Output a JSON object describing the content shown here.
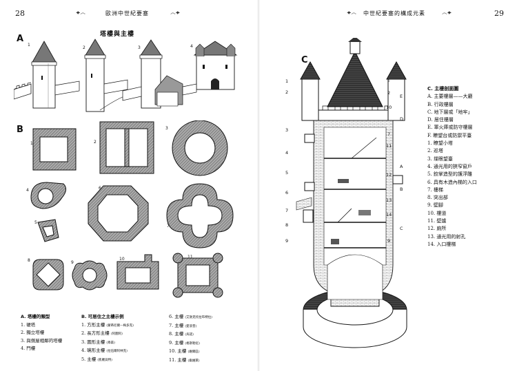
{
  "left_page": {
    "page_number": "28",
    "running_head": "歐洲中世紀要塞",
    "section_a": {
      "letter": "A",
      "title": "塔樓與主樓",
      "labels": [
        "1",
        "2",
        "3",
        "4"
      ]
    },
    "section_b": {
      "letter": "B",
      "labels": [
        "1",
        "2",
        "3",
        "4",
        "5",
        "6",
        "7",
        "8",
        "9",
        "10",
        "11"
      ]
    },
    "legend_a": {
      "heading": "A. 塔樓的類型",
      "items": [
        "1. 硬塔",
        "2. 獨立塔樓",
        "3. 與側屋相鄰的塔樓",
        "4. 門樓"
      ]
    },
    "legend_b": {
      "heading": "B. 可居住之主樓示例",
      "items": [
        {
          "name": "1. 方形主樓",
          "note": "(蒙蒂尼爾—梅多克)"
        },
        {
          "name": "2. 長方形主樓",
          "note": "(阿圖阿)"
        },
        {
          "name": "3. 圓形主樓",
          "note": "(皋森)"
        },
        {
          "name": "4. 噙形主樓",
          "note": "(拉伍爾阿林克)"
        },
        {
          "name": "5. 主樓",
          "note": "(凱羅貝特)"
        }
      ]
    },
    "legend_b2": {
      "items": [
        {
          "name": "6. 主樓",
          "note": "(艾敦克托拉布特拉)"
        },
        {
          "name": "7. 主樓",
          "note": "(愛浪普)"
        },
        {
          "name": "8. 主樓",
          "note": "(烏諾)"
        },
        {
          "name": "9. 主樓",
          "note": "(格斯勒尼)"
        },
        {
          "name": "10. 主樓",
          "note": "(維爾區)"
        },
        {
          "name": "11. 主樓",
          "note": "(桑維萊)"
        }
      ]
    }
  },
  "right_page": {
    "page_number": "29",
    "running_head": "中世紀要塞的構成元素",
    "section_c": {
      "letter": "C"
    },
    "callouts_left": [
      "1",
      "2",
      "3",
      "4",
      "5",
      "6",
      "7",
      "8",
      "9"
    ],
    "callouts_right": [
      "F",
      "2",
      "E",
      "10",
      "D",
      "7",
      "11",
      "A",
      "12",
      "B",
      "13",
      "14",
      "C",
      "9"
    ],
    "legend": {
      "heading": "C. 主樓剖面圖",
      "items": [
        "A. 主要樓層——大廳",
        "B. 行政樓層",
        "C. 地下層或「地牢」",
        "D. 居住樓層",
        "E. 軍火庫或防守樓層",
        "F. 瞭望台或防禦平臺",
        "1. 瞭望小塔",
        "2. 巡塔",
        "3. 堞眼望臺",
        "4. 通光用的狹窄窗戶",
        "5. 鉸掌造型的護浮雕",
        "6. 具有木造內梯的入口",
        "7. 樓梯",
        "8. 突出部",
        "9. 壁腳",
        "10. 樓道",
        "11. 壁爐",
        "12. 廁所",
        "13. 通光用的射孔",
        "14. 入口樓梯"
      ]
    }
  }
}
